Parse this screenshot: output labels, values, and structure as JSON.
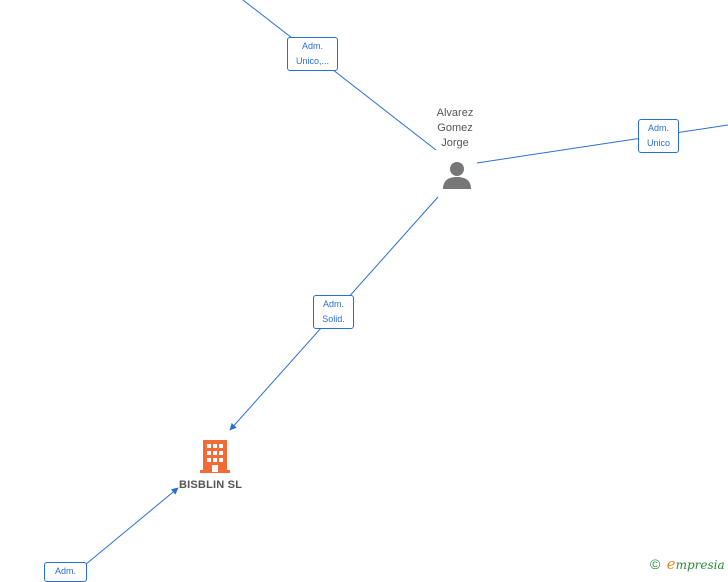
{
  "nodes": {
    "person": {
      "name_lines": [
        "Alvarez",
        "Gomez",
        "Jorge"
      ],
      "icon": "person-icon",
      "color": "#777777"
    },
    "company": {
      "name": "BISBLIN SL",
      "icon": "building-icon",
      "color": "#f26a35"
    }
  },
  "edge_labels": {
    "top": [
      "Adm.",
      "Unico,..."
    ],
    "right": [
      "Adm.",
      "Unico"
    ],
    "middle": [
      "Adm.",
      "Solid."
    ],
    "bottom": [
      "Adm."
    ]
  },
  "colors": {
    "edge": "#2a6fcf",
    "label_text": "#555555"
  },
  "footer": {
    "copyright_symbol": "©",
    "brand_initial": "e",
    "brand_rest": "mpresia"
  }
}
